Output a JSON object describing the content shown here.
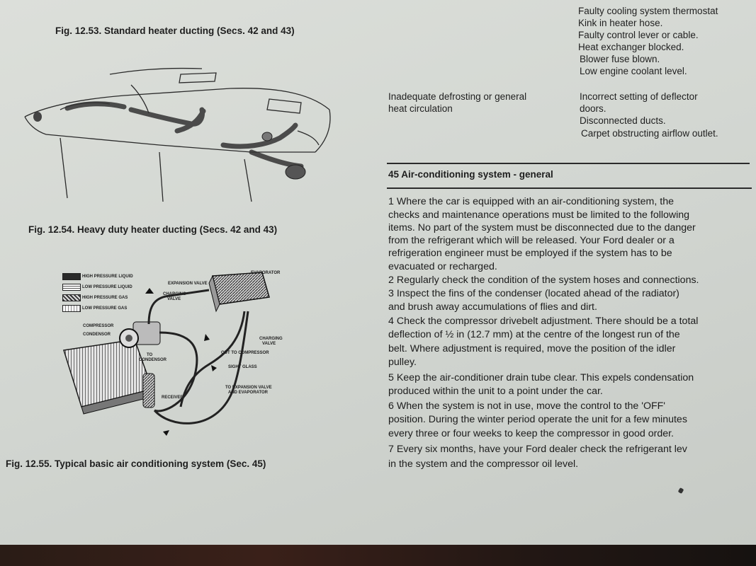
{
  "left": {
    "fig53_caption": "Fig. 12.53. Standard heater ducting (Secs. 42 and 43)",
    "fig54_caption": "Fig. 12.54. Heavy duty heater ducting (Secs. 42 and 43)",
    "fig55_caption": "Fig. 12.55. Typical basic air conditioning system (Sec. 45)",
    "legend": [
      {
        "label": "HIGH PRESSURE LIQUID",
        "color": "#2a2a2a"
      },
      {
        "label": "LOW PRESSURE LIQUID",
        "color": "#9a9a9a"
      },
      {
        "label": "HIGH PRESSURE GAS",
        "color": "#6a6a6a"
      },
      {
        "label": "LOW PRESSURE GAS",
        "color": "#c8c8c8"
      }
    ],
    "diagram_labels": {
      "evaporator": "EVAPORATOR",
      "expansion_valve": "EXPANSION VALVE",
      "charging_valve_1": "CHARGING",
      "charging_valve_1b": "VALVE",
      "compressor": "COMPRESSOR",
      "condensor": "CONDENSOR",
      "to_condensor": "TO",
      "to_condensor_b": "CONDENSOR",
      "charging_valve_2": "CHARGING",
      "charging_valve_2b": "VALVE",
      "out_to_compressor": "OUT TO COMPRESSOR",
      "sight_glass": "SIGHT GLASS",
      "to_expansion_valve": "TO EXPANSION VALVE",
      "to_expansion_valve_b": "AND EVAPORATOR",
      "receiver": "RECEIVER"
    }
  },
  "right": {
    "causes_top": [
      "Faulty cooling system thermostat",
      "Kink in heater hose.",
      "Faulty control lever or cable.",
      "Heat exchanger blocked.",
      "Blower fuse blown.",
      "Low engine coolant level."
    ],
    "symptom": [
      "Inadequate defrosting or general",
      "heat circulation"
    ],
    "causes_bottom": [
      "Incorrect setting of deflector",
      "doors.",
      "Disconnected ducts.",
      "Carpet obstructing airflow outlet."
    ],
    "section_heading": "45 Air-conditioning system - general",
    "paragraph_lines": [
      "1   Where the car is equipped with an air-conditioning system, the",
      "checks and maintenance operations must be limited to the following",
      "items. No part of the system must be disconnected due to the danger",
      "from the refrigerant which will be released. Your Ford dealer or a",
      "refrigeration engineer must be employed if the system has to be",
      "evacuated or recharged.",
      "2   Regularly check the condition of the system hoses and connections.",
      "3   Inspect the fins of the condenser (located ahead of the radiator)",
      "and brush away accumulations of flies and dirt.",
      "4   Check the compressor drivebelt adjustment. There should be a total",
      "deflection of ½ in (12.7 mm) at the centre of the longest run of the",
      "belt. Where adjustment is required, move the position of the idler",
      "pulley.",
      "5   Keep the air-conditioner drain tube clear. This expels condensation",
      "produced within the unit to a point under the car.",
      "6   When the system is not in use, move the control to the 'OFF'",
      "position. During the winter period operate the unit for a few minutes",
      "every three or four weeks to keep the compressor in good order.",
      "7   Every six months, have your Ford dealer check the refrigerant lev",
      "in the system and the compressor oil level."
    ]
  }
}
